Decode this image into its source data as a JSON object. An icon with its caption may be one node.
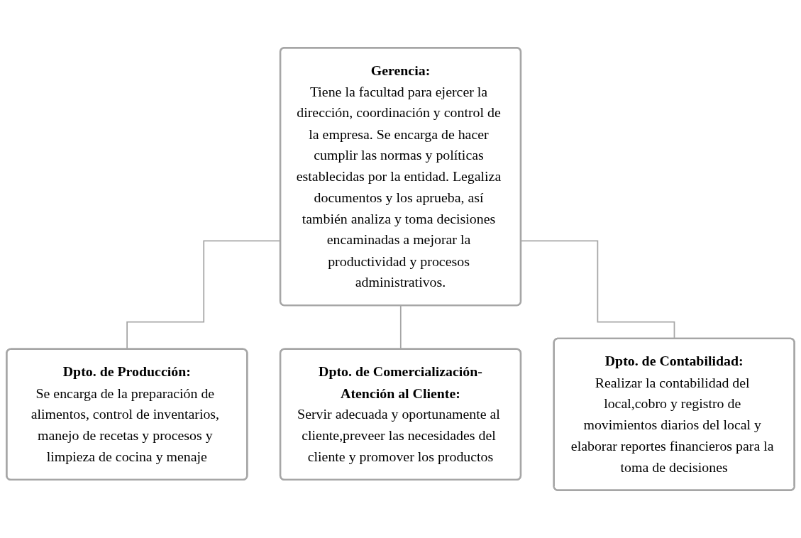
{
  "diagram": {
    "nodes": [
      {
        "text": [
          "Gerencia:",
          "Tiene la facultad para ejercer la dirección, coordinación y control de la empresa. Se encarga de hacer cumplir las normas y políticas establecidas por la entidad. Legaliza documentos y los aprueba, así también analiza y toma decisiones encaminadas a mejorar la productividad y procesos administrativos."
        ]
      },
      {
        "text": [
          "Dpto. de Producción:",
          "Se encarga de la preparación de alimentos, control de inventarios, manejo de recetas y procesos y limpieza de cocina y menaje"
        ]
      },
      {
        "text": [
          "Dpto. de Comercialización-Atención al Cliente:",
          "Servir adecuada y oportunamente al cliente,preveer las necesidades del cliente y promover los productos"
        ]
      },
      {
        "text": [
          "Dpto. de Contabilidad:",
          "Realizar la contabilidad del local,cobro y registro de movimientos diarios del local y elaborar reportes financieros para la toma de decisiones"
        ]
      }
    ],
    "edges": [
      {
        "from": 0,
        "to": 1,
        "arrow": "none"
      },
      {
        "from": 0,
        "to": 2,
        "arrow": "none"
      },
      {
        "from": 0,
        "to": 3,
        "arrow": "none"
      }
    ]
  }
}
